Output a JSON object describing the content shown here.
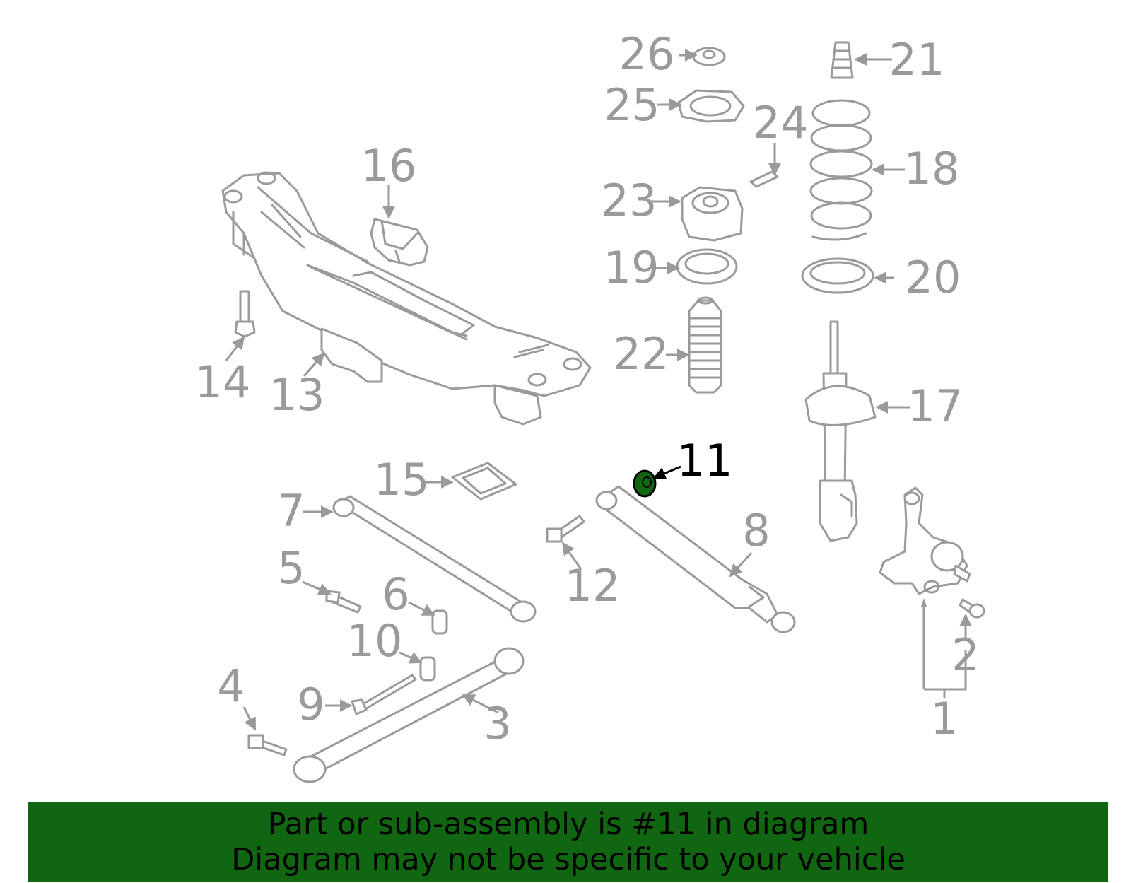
{
  "diagram": {
    "highlight_color": "#116611",
    "callouts": [
      {
        "id": "c1",
        "text": "1"
      },
      {
        "id": "c2",
        "text": "2"
      },
      {
        "id": "c3",
        "text": "3"
      },
      {
        "id": "c4",
        "text": "4"
      },
      {
        "id": "c5",
        "text": "5"
      },
      {
        "id": "c6",
        "text": "6"
      },
      {
        "id": "c7",
        "text": "7"
      },
      {
        "id": "c8",
        "text": "8"
      },
      {
        "id": "c9",
        "text": "9"
      },
      {
        "id": "c10",
        "text": "10"
      },
      {
        "id": "c11",
        "text": "11"
      },
      {
        "id": "c12",
        "text": "12"
      },
      {
        "id": "c13",
        "text": "13"
      },
      {
        "id": "c14",
        "text": "14"
      },
      {
        "id": "c15",
        "text": "15"
      },
      {
        "id": "c16",
        "text": "16"
      },
      {
        "id": "c17",
        "text": "17"
      },
      {
        "id": "c18",
        "text": "18"
      },
      {
        "id": "c19",
        "text": "19"
      },
      {
        "id": "c20",
        "text": "20"
      },
      {
        "id": "c21",
        "text": "21"
      },
      {
        "id": "c22",
        "text": "22"
      },
      {
        "id": "c23",
        "text": "23"
      },
      {
        "id": "c24",
        "text": "24"
      },
      {
        "id": "c25",
        "text": "25"
      },
      {
        "id": "c26",
        "text": "26"
      }
    ],
    "highlighted_part": "11"
  },
  "banner": {
    "line1": "Part or sub-assembly is #11 in diagram",
    "line2": "Diagram may not be specific to your vehicle",
    "background": "#116611"
  }
}
